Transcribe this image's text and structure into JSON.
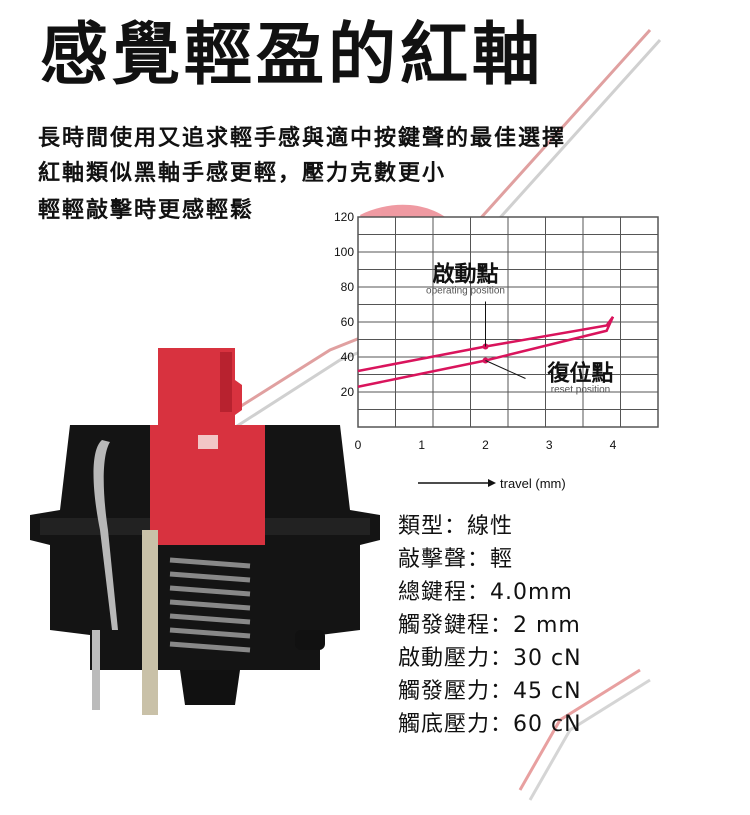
{
  "title": "感覺輕盈的紅軸",
  "description_lines": [
    "長時間使用又追求輕手感與適中按鍵聲的最佳選擇",
    "紅軸類似黑軸手感更輕，壓力克數更小",
    "輕輕敲擊時更感輕鬆"
  ],
  "specs": [
    "類型：線性",
    "敲擊聲：輕",
    "總鍵程：4.0mm",
    "觸發鍵程：2 mm",
    "啟動壓力：30 cN",
    "觸發壓力：45 cN",
    "觸底壓力：60 cN"
  ],
  "colors": {
    "accent_red": "#d8323f",
    "curve_red": "#d9145c",
    "grid": "#555555"
  },
  "chart_data": {
    "type": "line",
    "xlabel": "travel (mm)",
    "ylabel": "",
    "xlim": [
      0,
      4
    ],
    "ylim": [
      0,
      120
    ],
    "x_ticks": [
      "0",
      "1",
      "2",
      "3",
      "4"
    ],
    "y_ticks": [
      "20",
      "40",
      "60",
      "80",
      "100",
      "120"
    ],
    "grid": true,
    "series": [
      {
        "values_x": [
          0,
          2,
          3.9,
          4
        ],
        "values_y": [
          32,
          46,
          58,
          63
        ]
      },
      {
        "values_x": [
          0,
          2,
          3.9,
          4
        ],
        "values_y": [
          23,
          38,
          55,
          63
        ]
      }
    ],
    "annotations": [
      {
        "label": "啟動點",
        "sublabel": "operating position",
        "x": 2,
        "y": 46
      },
      {
        "label": "復位點",
        "sublabel": "reset position",
        "x": 2,
        "y": 38
      }
    ]
  }
}
